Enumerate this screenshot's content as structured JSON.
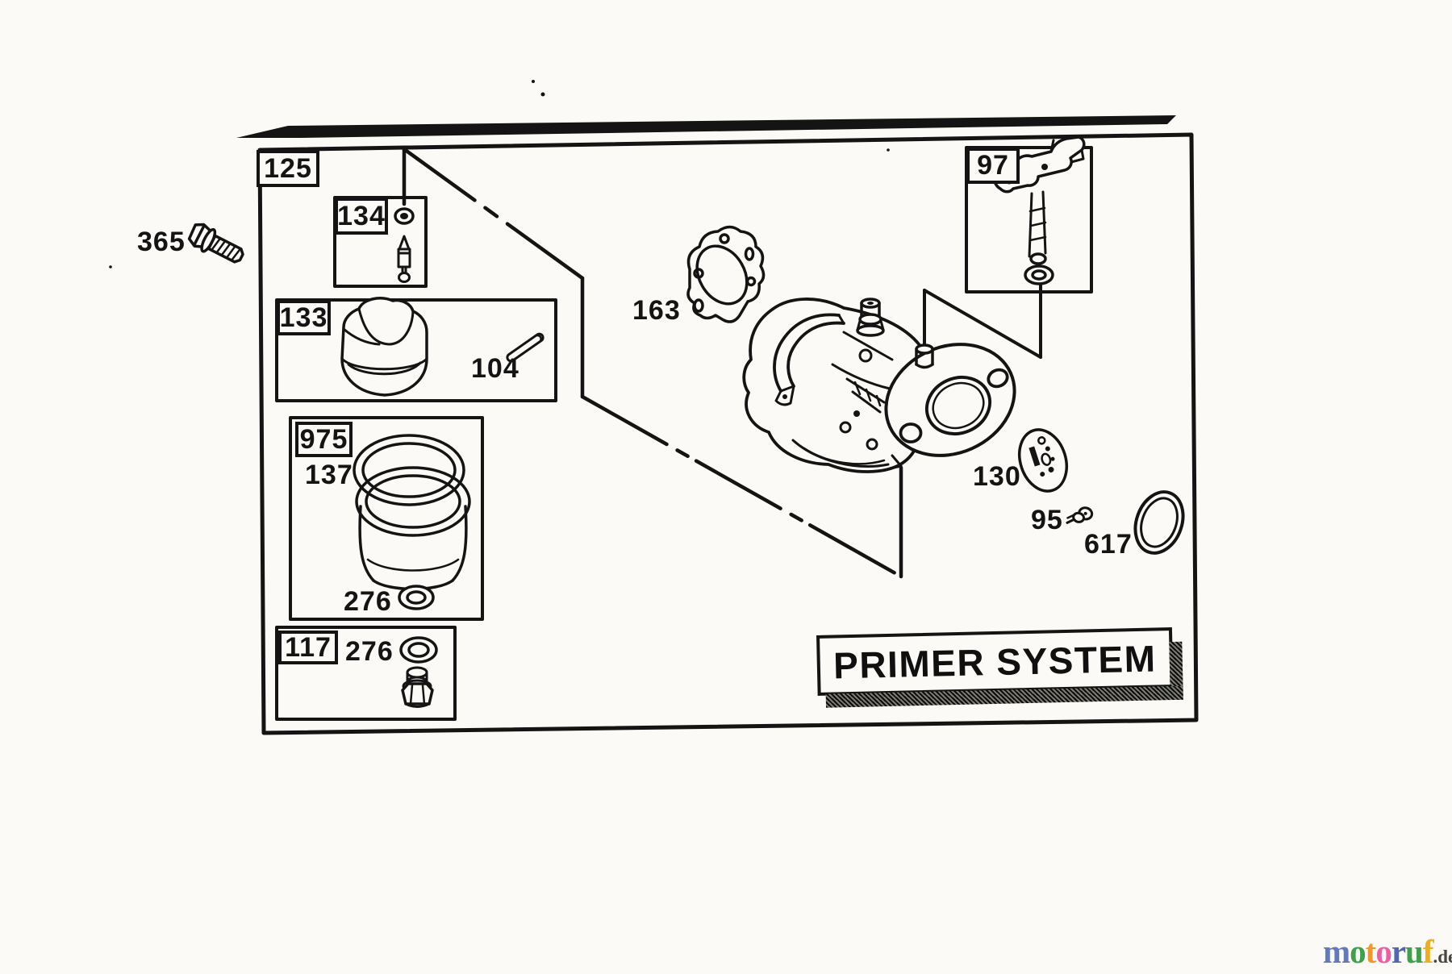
{
  "page": {
    "background": "#fbfaf6",
    "ink": "#141414"
  },
  "diagram": {
    "title": {
      "text": "PRIMER SYSTEM"
    },
    "callouts": {
      "c125": "125",
      "c134": "134",
      "c133": "133",
      "c104": "104",
      "c975": "975",
      "c137": "137",
      "c276_bowl": "276",
      "c117": "117",
      "c276_plug": "276",
      "c365": "365",
      "c163": "163",
      "c97": "97",
      "c130": "130",
      "c95": "95",
      "c617": "617"
    }
  },
  "watermark": {
    "word": "motoruf",
    "tld": ".de",
    "letters": [
      "m",
      "o",
      "t",
      "o",
      "r",
      "u",
      "f"
    ],
    "letter_colors": [
      "#6279bd",
      "#3fa04c",
      "#f0982e",
      "#ec5fa5",
      "#4f66b3",
      "#3fa04c",
      "#f0ad1f"
    ],
    "tld_color": "#46463e"
  }
}
